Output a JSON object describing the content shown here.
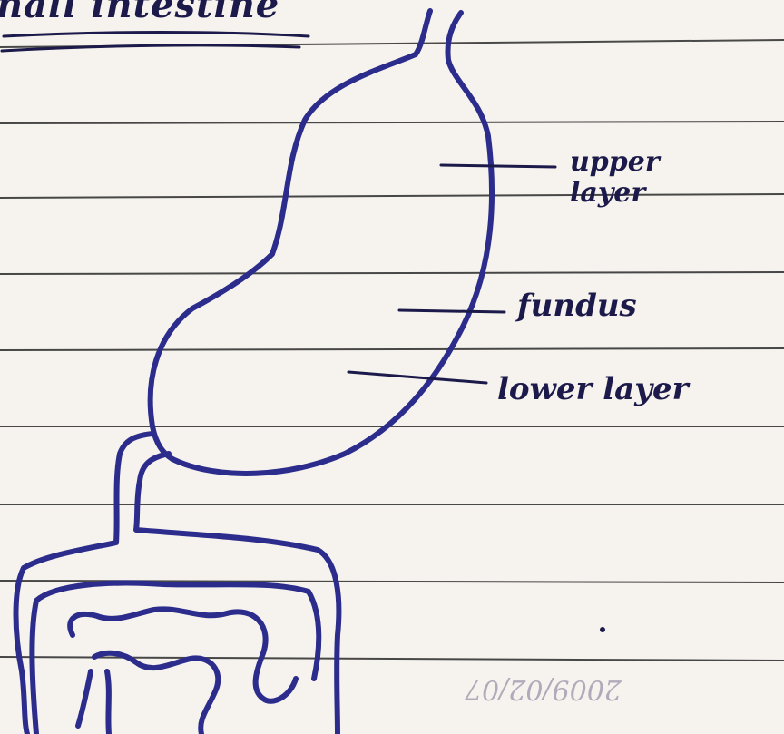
{
  "heading": "nall intestine",
  "labels": {
    "upper_layer": "upper layer",
    "fundus": "fundus",
    "lower_layer": "lower layer"
  },
  "faint_text": "2009/02/07",
  "colors": {
    "paper": "#f6f3ee",
    "rule_line": "#2a2a2a",
    "ink_blue": "#2c2c8c",
    "ink_dark": "#1c1a4a"
  }
}
